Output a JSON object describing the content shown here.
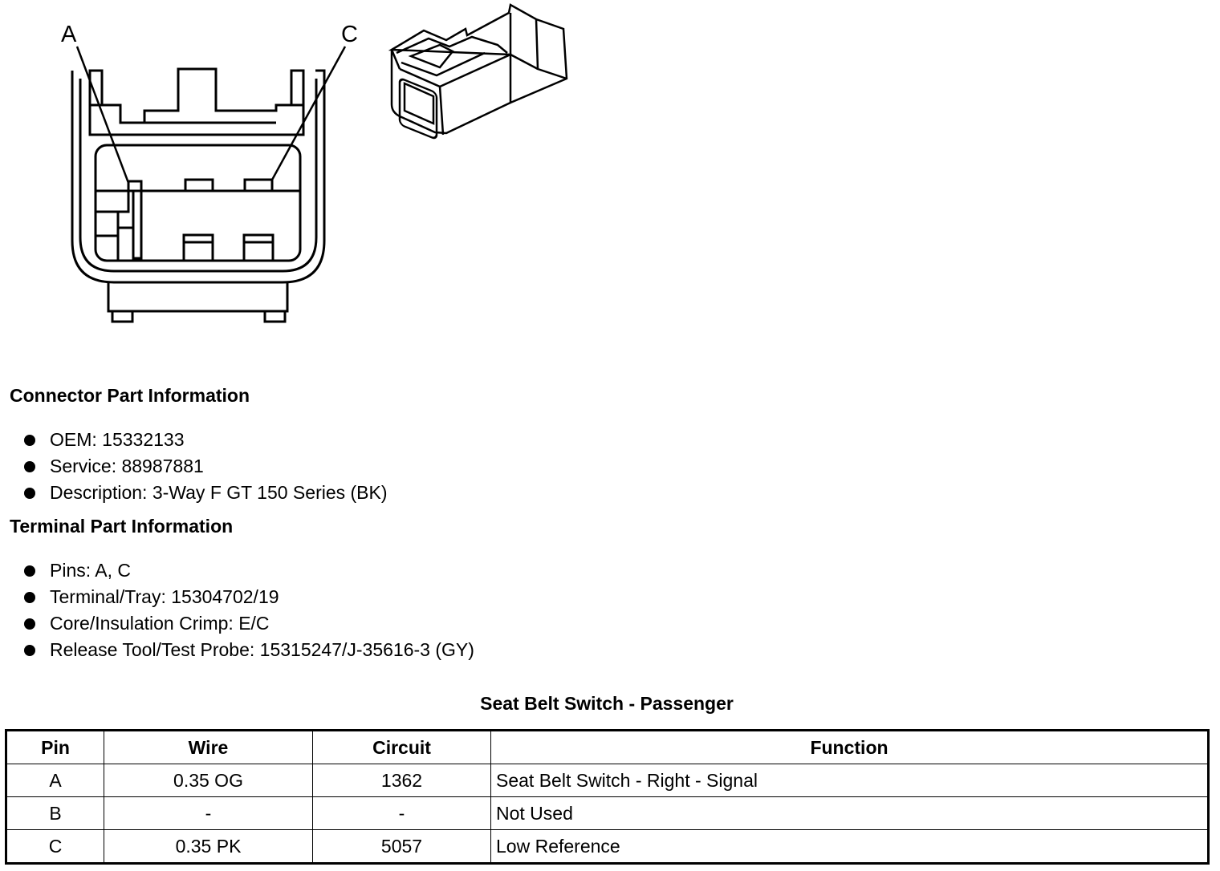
{
  "diagram": {
    "callout_a": "A",
    "callout_c": "C"
  },
  "connector": {
    "heading": "Connector Part Information",
    "items": [
      "OEM: 15332133",
      "Service: 88987881",
      "Description: 3-Way F GT 150 Series (BK)"
    ]
  },
  "terminal": {
    "heading": "Terminal Part Information",
    "items": [
      "Pins: A, C",
      "Terminal/Tray: 15304702/19",
      "Core/Insulation Crimp: E/C",
      "Release Tool/Test Probe: 15315247/J-35616-3 (GY)"
    ]
  },
  "table": {
    "caption": "Seat Belt Switch - Passenger",
    "headers": [
      "Pin",
      "Wire",
      "Circuit",
      "Function"
    ],
    "rows": [
      [
        "A",
        "0.35 OG",
        "1362",
        "Seat Belt Switch - Right - Signal"
      ],
      [
        "B",
        "-",
        "-",
        "Not Used"
      ],
      [
        "C",
        "0.35 PK",
        "5057",
        "Low Reference"
      ]
    ]
  }
}
